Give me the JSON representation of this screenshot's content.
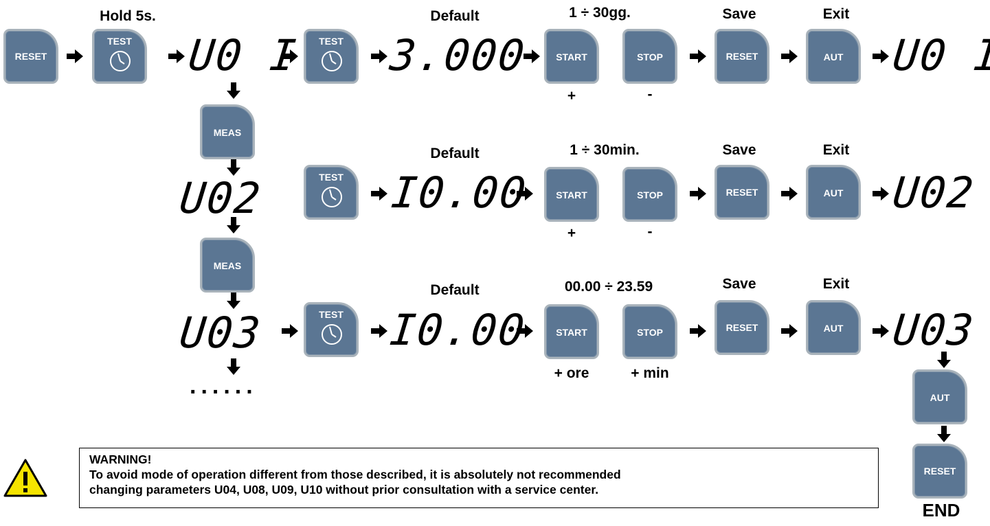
{
  "labels": {
    "hold": "Hold 5s.",
    "default": "Default",
    "range1": "1 ÷ 30gg.",
    "range2": "1 ÷ 30min.",
    "range3": "00.00 ÷ 23.59",
    "save": "Save",
    "exit": "Exit",
    "plus": "+",
    "minus": "-",
    "plus_ore": "+ ore",
    "plus_min": "+ min",
    "end": "END",
    "dots": "......"
  },
  "keys": {
    "reset": "RESET",
    "test": "TEST",
    "meas": "MEAS",
    "start": "START",
    "stop": "STOP",
    "aut": "AUT"
  },
  "displays": {
    "u01": "U0 I",
    "u02": "U02",
    "u03": "U03",
    "val1": "3.000",
    "val2": "I0.00",
    "val3": "I0.00"
  },
  "warning": {
    "title": "WARNING!",
    "line1": "To avoid mode of operation different from those described, it is absolutely not recommended",
    "line2": "changing parameters U04, U08, U09, U10 without prior consultation with a service center."
  },
  "colors": {
    "key_face": "#5b7693",
    "key_border": "#a9b3bb",
    "warning_yellow": "#f5e400"
  }
}
